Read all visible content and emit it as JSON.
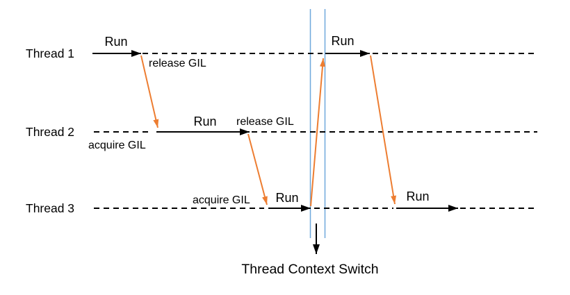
{
  "diagram": {
    "title": "Thread Context Switch",
    "threads": [
      {
        "label": "Thread 1"
      },
      {
        "label": "Thread 2"
      },
      {
        "label": "Thread 3"
      }
    ],
    "labels": {
      "run": "Run",
      "release_gil": "release GIL",
      "acquire_gil": "acquire GIL"
    },
    "icons": {
      "run_arrow": "right-arrow-icon",
      "gil_transfer_arrow": "diagonal-arrow-icon",
      "context_switch_pointer": "down-arrow-icon"
    },
    "colors": {
      "line": "#000000",
      "gil_transfer": "#ED7D31",
      "context_switch_marker": "#6FA8DC",
      "background": "#FFFFFF"
    }
  }
}
